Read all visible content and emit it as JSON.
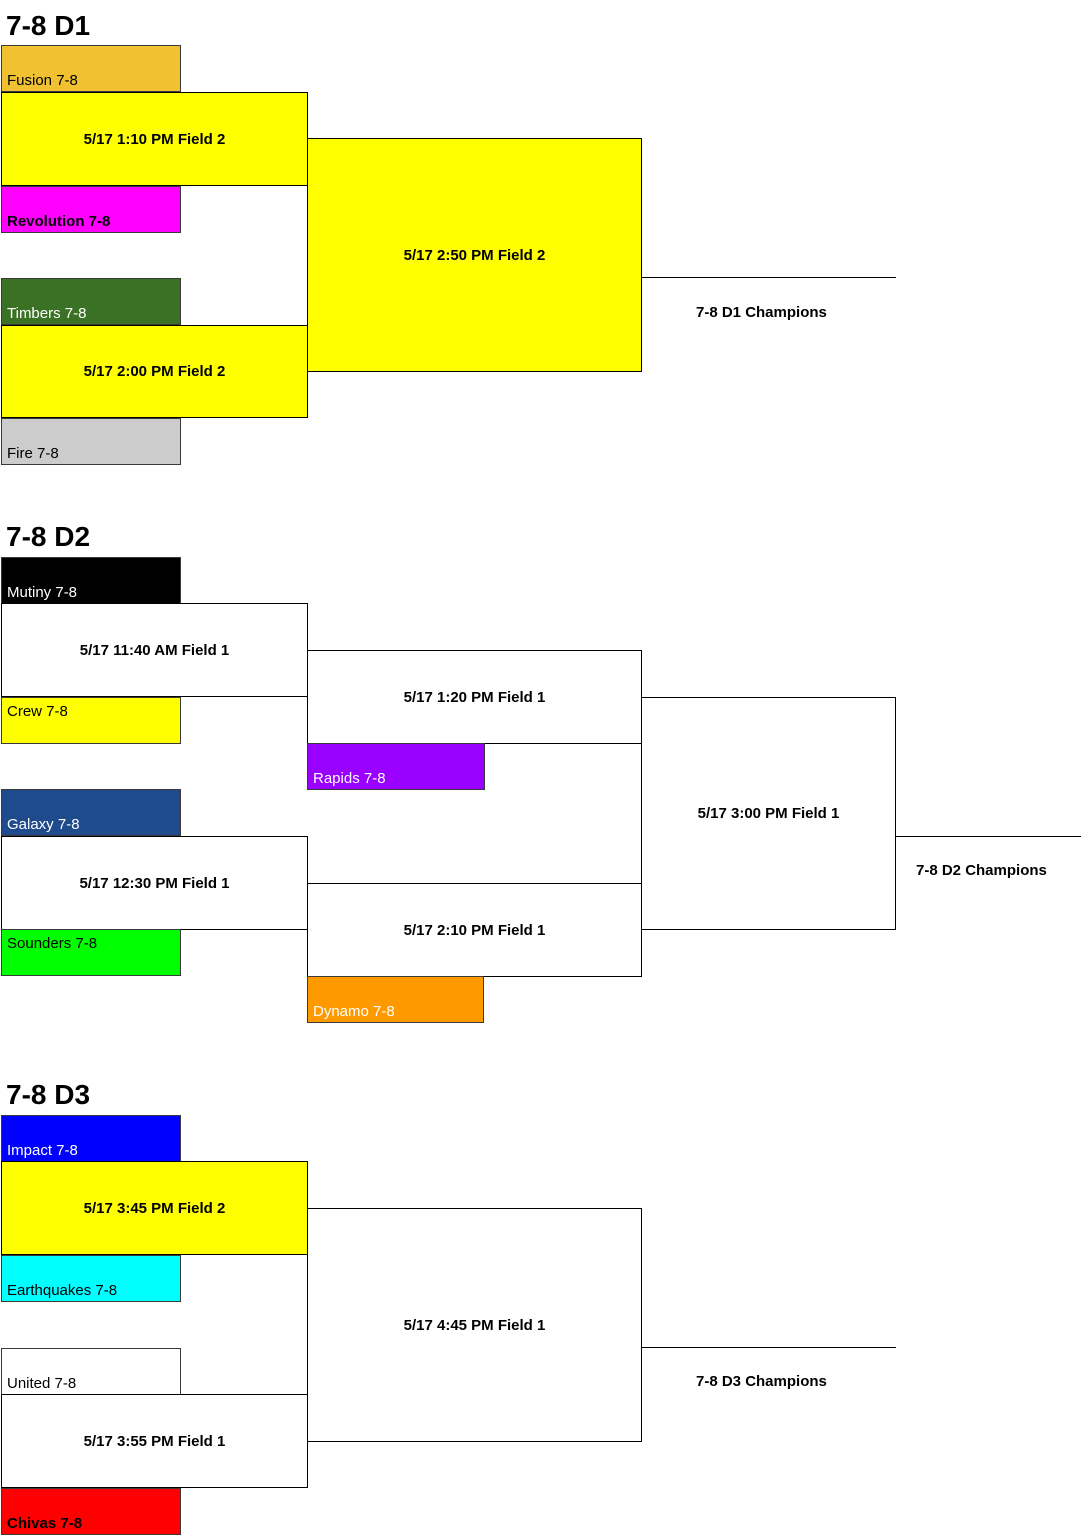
{
  "brackets": {
    "d1": {
      "title": "7-8 D1",
      "teams": [
        "Fusion 7-8",
        "Revolution 7-8",
        "Timbers 7-8",
        "Fire 7-8"
      ],
      "games": [
        "5/17 1:10 PM Field 2",
        "5/17 2:00 PM Field 2",
        "5/17 2:50 PM Field 2"
      ],
      "champion": "7-8 D1 Champions"
    },
    "d2": {
      "title": "7-8 D2",
      "teams": [
        "Mutiny 7-8",
        "Crew 7-8",
        "Rapids 7-8",
        "Galaxy 7-8",
        "Sounders 7-8",
        "Dynamo 7-8"
      ],
      "games": [
        "5/17 11:40 AM Field 1",
        "5/17 1:20 PM Field 1",
        "5/17 12:30 PM Field 1",
        "5/17 2:10 PM Field 1",
        "5/17 3:00 PM Field 1"
      ],
      "champion": "7-8 D2 Champions"
    },
    "d3": {
      "title": "7-8 D3",
      "teams": [
        "Impact 7-8",
        "Earthquakes 7-8",
        "United 7-8",
        "Chivas 7-8"
      ],
      "games": [
        "5/17 3:45 PM Field 2",
        "5/17 3:55 PM Field 1",
        "5/17 4:45 PM Field 1"
      ],
      "champion": "7-8 D3 Champions"
    }
  },
  "colors": {
    "game_highlight": "#ffff00",
    "fusion": "#f0c232",
    "revolution": "#ff00ff",
    "timbers": "#3a7125",
    "fire": "#cccccc",
    "mutiny": "#000000",
    "crew": "#ffff00",
    "rapids": "#9900ff",
    "galaxy": "#1f4a8c",
    "sounders": "#00ff00",
    "dynamo": "#ff9900",
    "impact": "#0000ff",
    "earthquakes": "#00ffff",
    "united": "#ffffff",
    "chivas": "#ff0000"
  }
}
